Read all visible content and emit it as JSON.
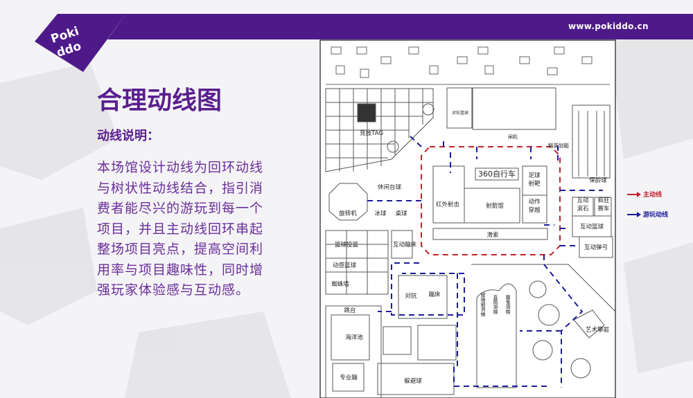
{
  "header": {
    "brand": "Pokiddo",
    "url": "www.pokiddo.cn"
  },
  "slide": {
    "title": "合理动线图",
    "subtitle": "动线说明：",
    "body": "本场馆设计动线为回环动线与树状性动线结合，指引消费者能尽兴的游玩到每一个项目，并且主动线回环串起整场项目亮点，提高空间利用率与项目趣味性，同时增强玩家体验感与互动感。"
  },
  "legend": {
    "main_route": "主动线",
    "play_route": "游玩动线",
    "main_color": "#c0202a",
    "play_color": "#1a1a9a"
  },
  "plan": {
    "zones": {
      "tag": "竞技TAG",
      "duikang_lanqiu": "对抗篮球",
      "zhaji": "闸机",
      "huating": "精英划艇",
      "bike360": "360自行车",
      "zuqiu": "足球",
      "shebazi": "射靶",
      "hongwai": "红外射击",
      "shejian": "射箭馆",
      "dongzuo": "动作",
      "chuanyue": "穿越",
      "taiqiu": "休闲台球",
      "xuanzhuan": "旋转机",
      "bingqiu": "冰球",
      "zhuoqiu": "桌球",
      "huasuo": "滑索",
      "baoling": "保龄球",
      "hudong": "互动",
      "gunshi": "滚石",
      "fengkuang": "疯狂",
      "saiche": "赛车",
      "hudong_lanqiu": "互动篮球",
      "hudong_dangong": "互动弹弓",
      "toulan": "篮球投篮",
      "bengchuang": "互动蹦床",
      "donggan": "动感篮球",
      "zhizhu": "蜘蛛墙",
      "duikang": "对抗",
      "bengchuang2": "蹦床",
      "tiaotai": "跳台",
      "haiyang": "海洋池",
      "zhuanye": "专业蹦",
      "duobi": "躲避球",
      "boli": "玻璃钢滑梯",
      "zhitong": "直筒滑梯",
      "mogui": "魔鬼滑梯",
      "panyan": "艺术攀岩"
    }
  }
}
